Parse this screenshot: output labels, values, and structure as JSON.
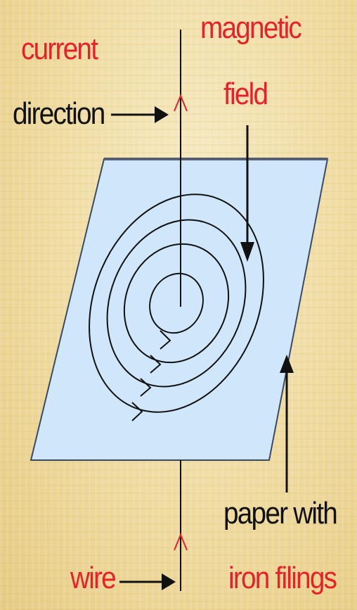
{
  "labels": {
    "current": "current",
    "direction": "direction",
    "magnetic": "magnetic",
    "field": "field",
    "paper_with": "paper with",
    "iron_filings": "iron filings",
    "wire": "wire"
  },
  "colors": {
    "red_label": "#e8202a",
    "black_label": "#111111",
    "paper_fill": "#cfe6fb",
    "paper_edge": "#3a4a66",
    "background": "#f1dfa4",
    "wire_arrow": "#e8202a"
  },
  "icons": {
    "pointer": "arrow-right-icon",
    "field_direction": "arrow-down-icon",
    "paper_pointer": "arrow-up-icon",
    "current_marker": "caret-up-icon"
  }
}
